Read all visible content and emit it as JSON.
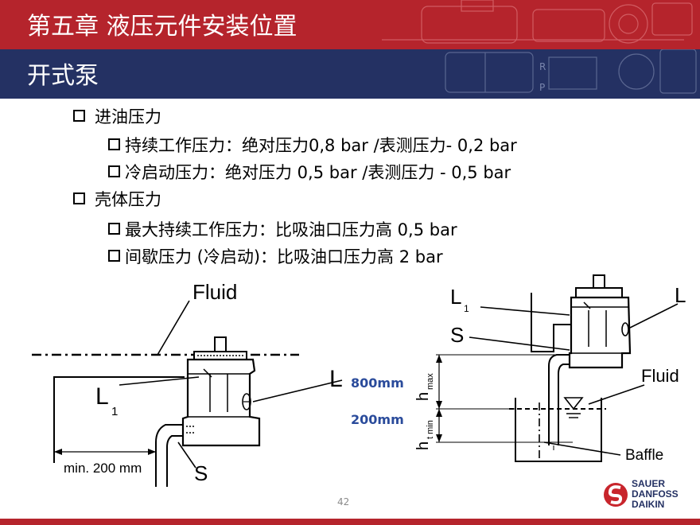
{
  "header": {
    "chapter_title": "第五章 液压元件安装位置",
    "section_title": "开式泵",
    "watermark_letters": [
      "R",
      "P"
    ]
  },
  "bullets": [
    {
      "level": 1,
      "text": "进油压力"
    },
    {
      "level": 2,
      "text": "持续工作压力：绝对压力0,8 bar /表测压力- 0,2 bar"
    },
    {
      "level": 2,
      "text": "冷启动压力：绝对压力 0,5 bar /表测压力 - 0,5 bar"
    },
    {
      "level": 1,
      "text": "壳体压力"
    },
    {
      "level": 2,
      "text": "最大持续工作压力：比吸油口压力高 0,5 bar"
    },
    {
      "level": 2,
      "text": "间歇压力 (冷启动)：比吸油口压力高 2 bar"
    }
  ],
  "left_diagram": {
    "fluid": "Fluid",
    "L": "L",
    "L1_main": "L",
    "L1_sub": "1",
    "S": "S",
    "min_dim": "min. 200 mm"
  },
  "right_diagram": {
    "L1_main": "L",
    "L1_sub": "1",
    "L": "L",
    "S": "S",
    "fluid": "Fluid",
    "baffle": "Baffle",
    "hmax_main": "h",
    "hmax_sub": "max",
    "hmin_main": "h",
    "hmin_sub": "t min"
  },
  "dimensions": {
    "max_value": "800mm",
    "min_value": "200mm"
  },
  "footer": {
    "page_number": "42",
    "logo_lines": [
      "SAUER",
      "DANFOSS",
      "DAIKIN"
    ]
  },
  "colors": {
    "header_red": "#b5242c",
    "header_navy": "#243163",
    "dimension_blue": "#2a4b9b"
  }
}
